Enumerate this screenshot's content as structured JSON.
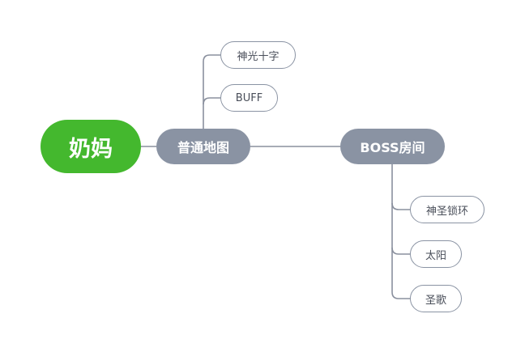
{
  "mindmap": {
    "root": {
      "label": "奶妈"
    },
    "branches": [
      {
        "label": "普通地图",
        "children": [
          {
            "label": "神光十字"
          },
          {
            "label": "BUFF"
          }
        ]
      },
      {
        "label": "BOSS房间",
        "children": [
          {
            "label": "神圣锁环"
          },
          {
            "label": "太阳"
          },
          {
            "label": "圣歌"
          }
        ]
      }
    ]
  },
  "colors": {
    "root_fill": "#44b82e",
    "branch_fill": "#8a93a3",
    "connector": "#8a909e",
    "leaf_border": "#8a93a3",
    "leaf_text": "#4a4f5a"
  }
}
